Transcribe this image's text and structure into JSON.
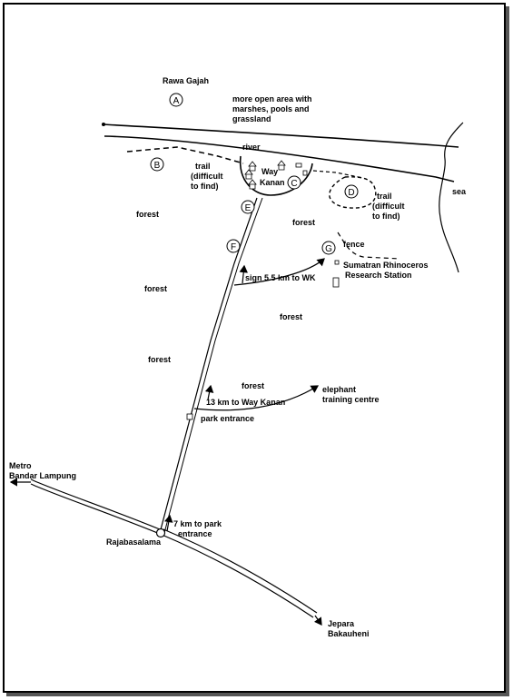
{
  "colors": {
    "ink": "#000000",
    "paper": "#ffffff",
    "shadow": "#555555"
  },
  "places": {
    "rawa_gajah": "Rawa Gajah",
    "open_area": [
      "more open area with",
      "marshes, pools and",
      "grassland"
    ],
    "river": "river",
    "sea": "sea",
    "way_kanan": [
      "Way",
      "Kanan"
    ],
    "trail_b": [
      "trail",
      "(difficult",
      "to find)"
    ],
    "trail_d": [
      "trail",
      "(difficult",
      "to find)"
    ],
    "fence": "fence",
    "research_station": [
      "Sumatran Rhinoceros",
      "Research Station"
    ],
    "sign_wk": "sign 5.5 km to WK",
    "sign_13": "13 km to Way Kanan",
    "elephant": [
      "elephant",
      "training centre"
    ],
    "park_entrance": "park entrance",
    "km7": [
      "7 km to park",
      "entrance"
    ],
    "rajabasalama": "Rajabasalama",
    "metro": [
      "Metro",
      "Bandar Lampung"
    ],
    "jepara": [
      "Jepara",
      "Bakauheni"
    ],
    "forest": "forest"
  },
  "markers": [
    "A",
    "B",
    "C",
    "D",
    "E",
    "F",
    "G"
  ]
}
